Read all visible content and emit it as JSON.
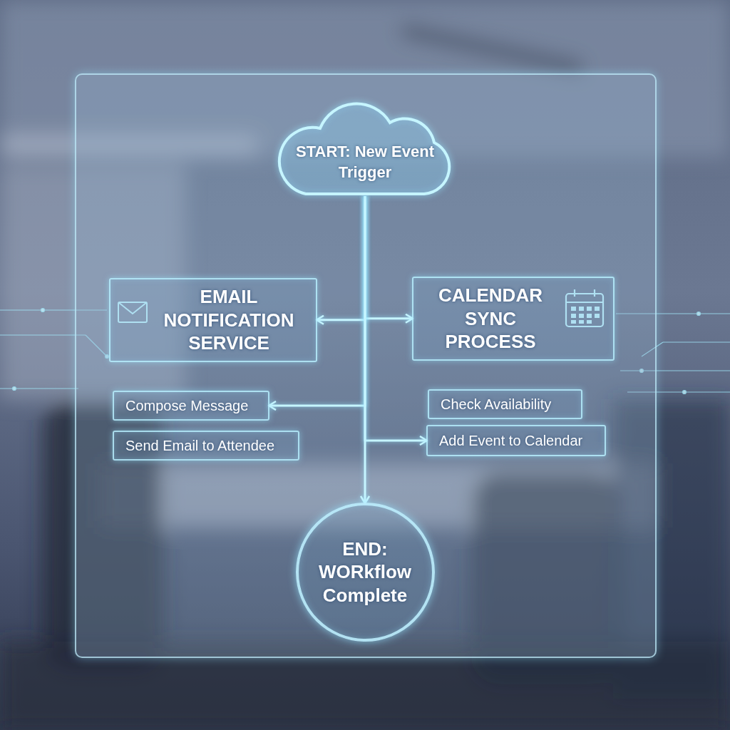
{
  "diagram": {
    "nodes": [
      {
        "text": [
          "START: New Event Trigger"
        ]
      },
      {
        "text": [
          "EMAIL NOTIFICATION SERVICE"
        ]
      },
      {
        "text": [
          "CALENDAR SYNC PROCESS"
        ]
      },
      {
        "text": [
          "Compose Message"
        ]
      },
      {
        "text": [
          "Send Email to Attendee"
        ]
      },
      {
        "text": [
          "Check Availability"
        ]
      },
      {
        "text": [
          "Add Event to Calendar"
        ]
      },
      {
        "text": [
          "END: WORkflow Complete"
        ]
      }
    ],
    "edges": [
      {
        "from": 0,
        "to": 1,
        "arrow": "to"
      },
      {
        "from": 0,
        "to": 2,
        "arrow": "to"
      },
      {
        "from": 0,
        "to": 3,
        "arrow": "to"
      },
      {
        "from": 0,
        "to": 6,
        "arrow": "to"
      },
      {
        "from": 0,
        "to": 7,
        "arrow": "to"
      }
    ]
  }
}
